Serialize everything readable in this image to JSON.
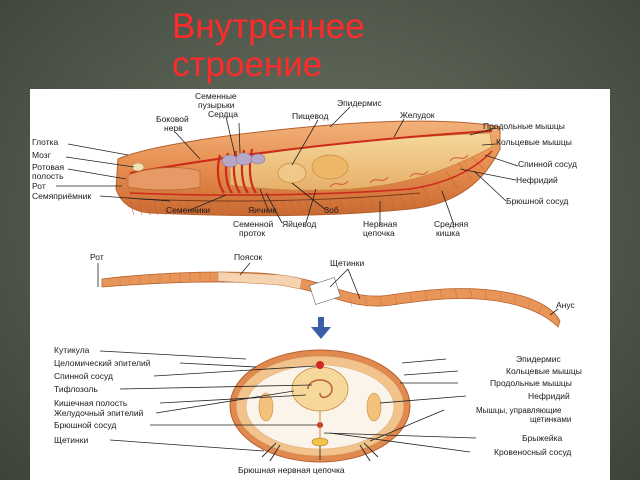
{
  "slide": {
    "title_line1": "Внутреннее",
    "title_line2": "строение"
  },
  "top_labels": {
    "semennye_puzyrki_1": "Семенные",
    "semennye_puzyrki_2": "пузырьки",
    "serdtsa": "Сердца",
    "epidermis": "Эпидермис",
    "bokovoy_nerv_1": "Боковой",
    "bokovoy_nerv_2": "нерв",
    "pishchevod": "Пищевод",
    "zheludok": "Желудок",
    "glotka": "Глотка",
    "prodolnye_myshtsy": "Продольные мышцы",
    "mozg": "Мозг",
    "koltsevye_myshtsy": "Кольцевые мышцы",
    "rotovaya_polost_1": "Ротовая",
    "rotovaya_polost_2": "полость",
    "spinnoy_sosud": "Спинной сосуд",
    "rot": "Рот",
    "nefridiy": "Нефридий",
    "semepriemnik": "Семяприёмник",
    "bryushnoy_sosud": "Брюшной сосуд",
    "semenniki": "Семенники",
    "yaichnik": "Яичник",
    "zob": "Зоб",
    "semennoy_protok_1": "Семенной",
    "semennoy_protok_2": "проток",
    "yaytsevod": "Яйцевод",
    "nervnaya_tsepochka_1": "Нервная",
    "nervnaya_tsepochka_2": "цепочка",
    "srednyaya_kishka_1": "Средняя",
    "srednyaya_kishka_2": "кишка"
  },
  "middle_labels": {
    "rot": "Рот",
    "poyasok": "Поясок",
    "shchetinki": "Щетинки",
    "anus": "Анус"
  },
  "bottom_labels": {
    "kutikula": "Кутикула",
    "tselomicheskiy_epiteliy": "Целомический эпителий",
    "spinnoy_sosud": "Спинной сосуд",
    "tiflozol": "Тифлозоль",
    "kishechnaya_polost": "Кишечная полость",
    "zheludochny_epiteliy": "Желудочный эпителий",
    "bryushnoy_sosud": "Брюшной сосуд",
    "shchetinki": "Щетинки",
    "bryushnaya_nervnaya_tsepochka": "Брюшная нервная цепочка",
    "epidermis": "Эпидермис",
    "koltsevye_myshtsy": "Кольцевые мышцы",
    "prodolnye_myshtsy": "Продольные мышцы",
    "nefridiy": "Нефридий",
    "myshtsy_upravl_1": "Мышцы, управляющие",
    "myshtsy_upravl_2": "щетинками",
    "bryzheyka": "Брыжейка",
    "krovenosny_sosud": "Кровеносный сосуд"
  },
  "colors": {
    "title": "#ff2a2a",
    "worm_body": "#e8955a",
    "worm_inner": "#f3c98a",
    "vessel": "#cc2a1a",
    "arrow": "#3a5fa8"
  }
}
